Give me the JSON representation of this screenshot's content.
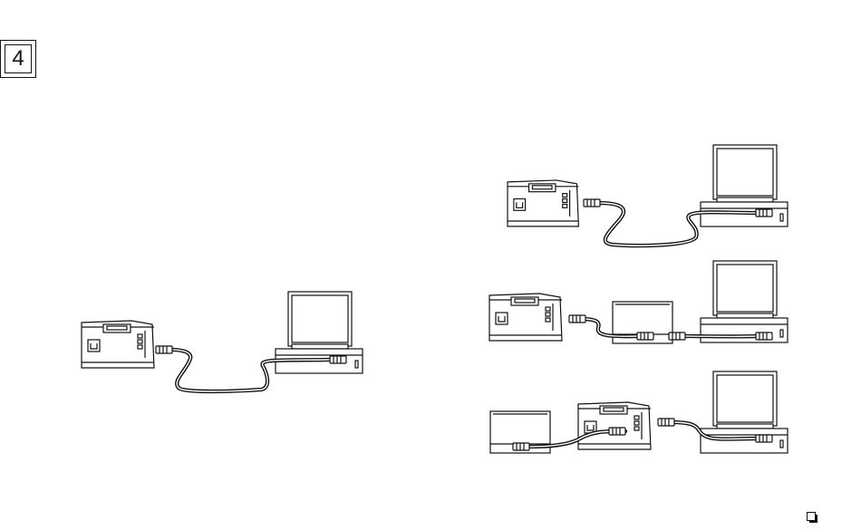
{
  "step": {
    "number": "4"
  },
  "diagram": {
    "main_connection": {
      "devices": [
        "camcorder",
        "computer"
      ]
    },
    "options": [
      {
        "devices": [
          "camcorder",
          "computer"
        ]
      },
      {
        "devices": [
          "camcorder",
          "vcr",
          "computer"
        ]
      },
      {
        "devices": [
          "vcr",
          "camcorder",
          "computer"
        ]
      }
    ]
  },
  "footer": {
    "continue_icon": "continue-square-icon"
  }
}
